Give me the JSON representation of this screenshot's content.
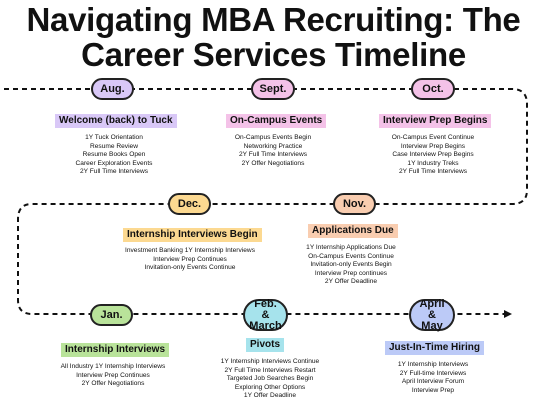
{
  "title": {
    "line1": "Navigating MBA Recruiting: The",
    "line2": "Career Services Timeline"
  },
  "colors": {
    "lavender": "#d9c8f7",
    "pink": "#f4c2e8",
    "yellow": "#fcd991",
    "peach": "#f9cdb0",
    "green": "#b9e39a",
    "cyan": "#a6e3ec",
    "periwinkle": "#bccaf7"
  },
  "periods": [
    {
      "label": "Aug.",
      "heading": "Welcome (back) to Tuck",
      "items": [
        "1Y Tuck Orientation",
        "Resume Review",
        "Resume Books Open",
        "Career Exploration Events",
        "2Y Full Time Interviews"
      ]
    },
    {
      "label": "Sept.",
      "heading": "On-Campus Events",
      "items": [
        "On-Campus Events Begin",
        "Networking Practice",
        "2Y Full Time Interviews",
        "2Y Offer Negotiations"
      ]
    },
    {
      "label": "Oct.",
      "heading": "Interview Prep Begins",
      "items": [
        "On-Campus Event Continue",
        "Interview Prep Begins",
        "Case Interview Prep Begins",
        "1Y Industry Treks",
        "2Y Full Time Interviews"
      ]
    },
    {
      "label": "Dec.",
      "heading": "Internship Interviews Begin",
      "items": [
        "Investment Banking 1Y Internship Interviews",
        "Interview Prep Continues",
        "Invitation-only Events Continue"
      ]
    },
    {
      "label": "Nov.",
      "heading": "Applications Due",
      "items": [
        "1Y Internship Applications Due",
        "On-Campus Events Continue",
        "Invitation-only Events Begin",
        "Interview Prep continues",
        "2Y Offer Deadline"
      ]
    },
    {
      "label": "Jan.",
      "heading": "Internship Interviews",
      "items": [
        "All Industry 1Y Internship Interviews",
        "Interview Prep Continues",
        "2Y Offer Negotiations"
      ]
    },
    {
      "label_line1": "Feb. &",
      "label_line2": "March",
      "heading": "Pivots",
      "items": [
        "1Y Internship Interviews Continue",
        "2Y Full Time Interviews Restart",
        "Targeted Job Searches Begin",
        "Exploring Other Options",
        "1Y Offer Deadline"
      ]
    },
    {
      "label_line1": "April &",
      "label_line2": "May",
      "heading": "Just-In-Time Hiring",
      "items": [
        "1Y Internship Interviews",
        "2Y Full-time Interviews",
        "April Interview Forum",
        "Interview Prep"
      ]
    }
  ]
}
